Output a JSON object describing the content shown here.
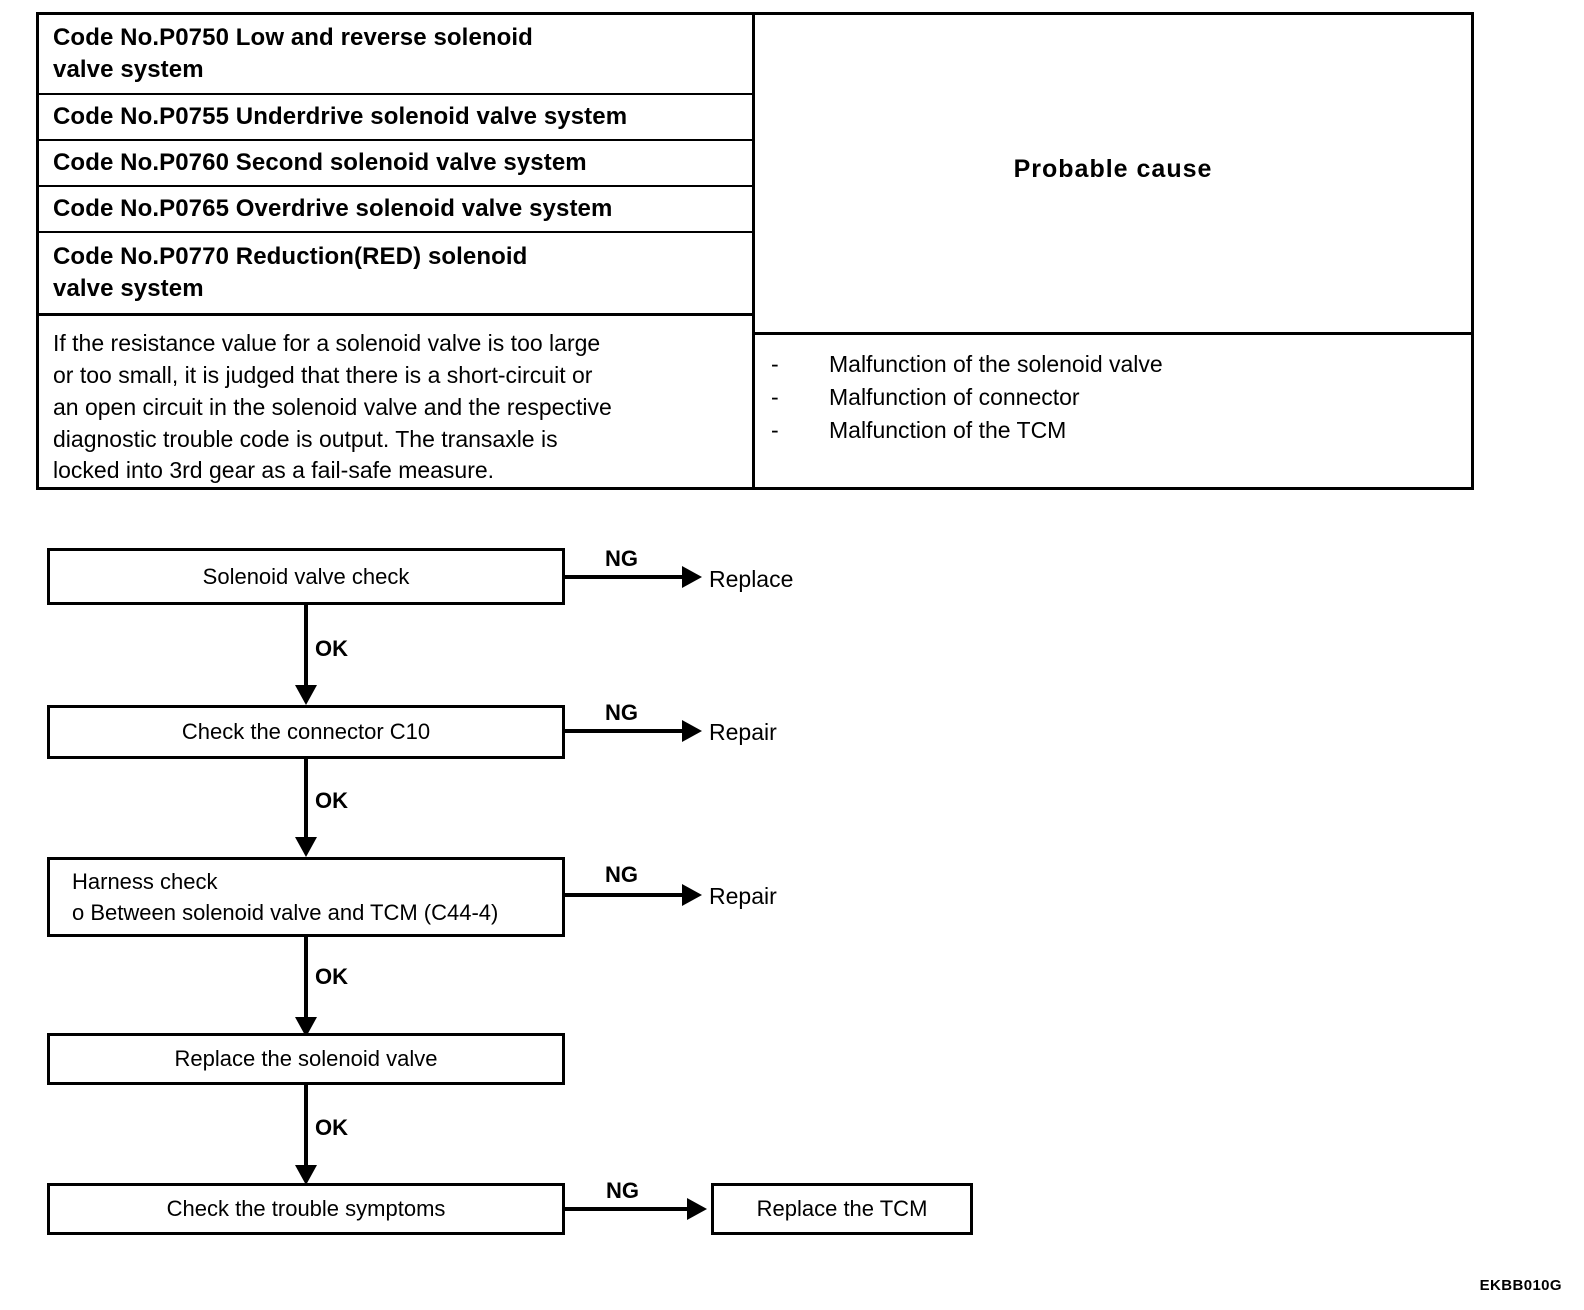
{
  "table": {
    "codes": [
      {
        "text": "Code No.P0750 Low and reverse solenoid\nvalve system"
      },
      {
        "text": "Code No.P0755 Underdrive solenoid valve system"
      },
      {
        "text": "Code No.P0760 Second solenoid valve system"
      },
      {
        "text": "Code No.P0765 Overdrive solenoid valve system"
      },
      {
        "text": "Code No.P0770 Reduction(RED) solenoid\nvalve system"
      }
    ],
    "description": "If the resistance value for a solenoid valve is too large\nor too small, it is judged that there is a short-circuit or\nan open circuit in the solenoid valve and the respective\ndiagnostic trouble code is output.  The transaxle is\nlocked into 3rd gear as a fail-safe measure.",
    "probable_cause_title": "Probable cause",
    "causes": [
      {
        "dash": "-",
        "text": "Malfunction of the solenoid valve"
      },
      {
        "dash": "-",
        "text": "Malfunction of connector"
      },
      {
        "dash": "-",
        "text": "Malfunction of the TCM"
      }
    ]
  },
  "flowchart": {
    "steps": [
      {
        "label": "Solenoid valve check"
      },
      {
        "label": "Check the connector C10"
      },
      {
        "label": "Harness check\no Between solenoid valve and TCM (C44-4)"
      },
      {
        "label": "Replace the solenoid valve"
      },
      {
        "label": "Check the trouble symptoms"
      }
    ],
    "ng_labels": [
      {
        "text": "NG"
      },
      {
        "text": "NG"
      },
      {
        "text": "NG"
      },
      {
        "text": "NG"
      }
    ],
    "ok_labels": [
      {
        "text": "OK"
      },
      {
        "text": "OK"
      },
      {
        "text": "OK"
      },
      {
        "text": "OK"
      }
    ],
    "outcomes": [
      {
        "text": "Replace"
      },
      {
        "text": "Repair"
      },
      {
        "text": "Repair"
      }
    ],
    "terminal_box": {
      "label": "Replace the TCM"
    }
  },
  "figure_code": "EKBB010G"
}
